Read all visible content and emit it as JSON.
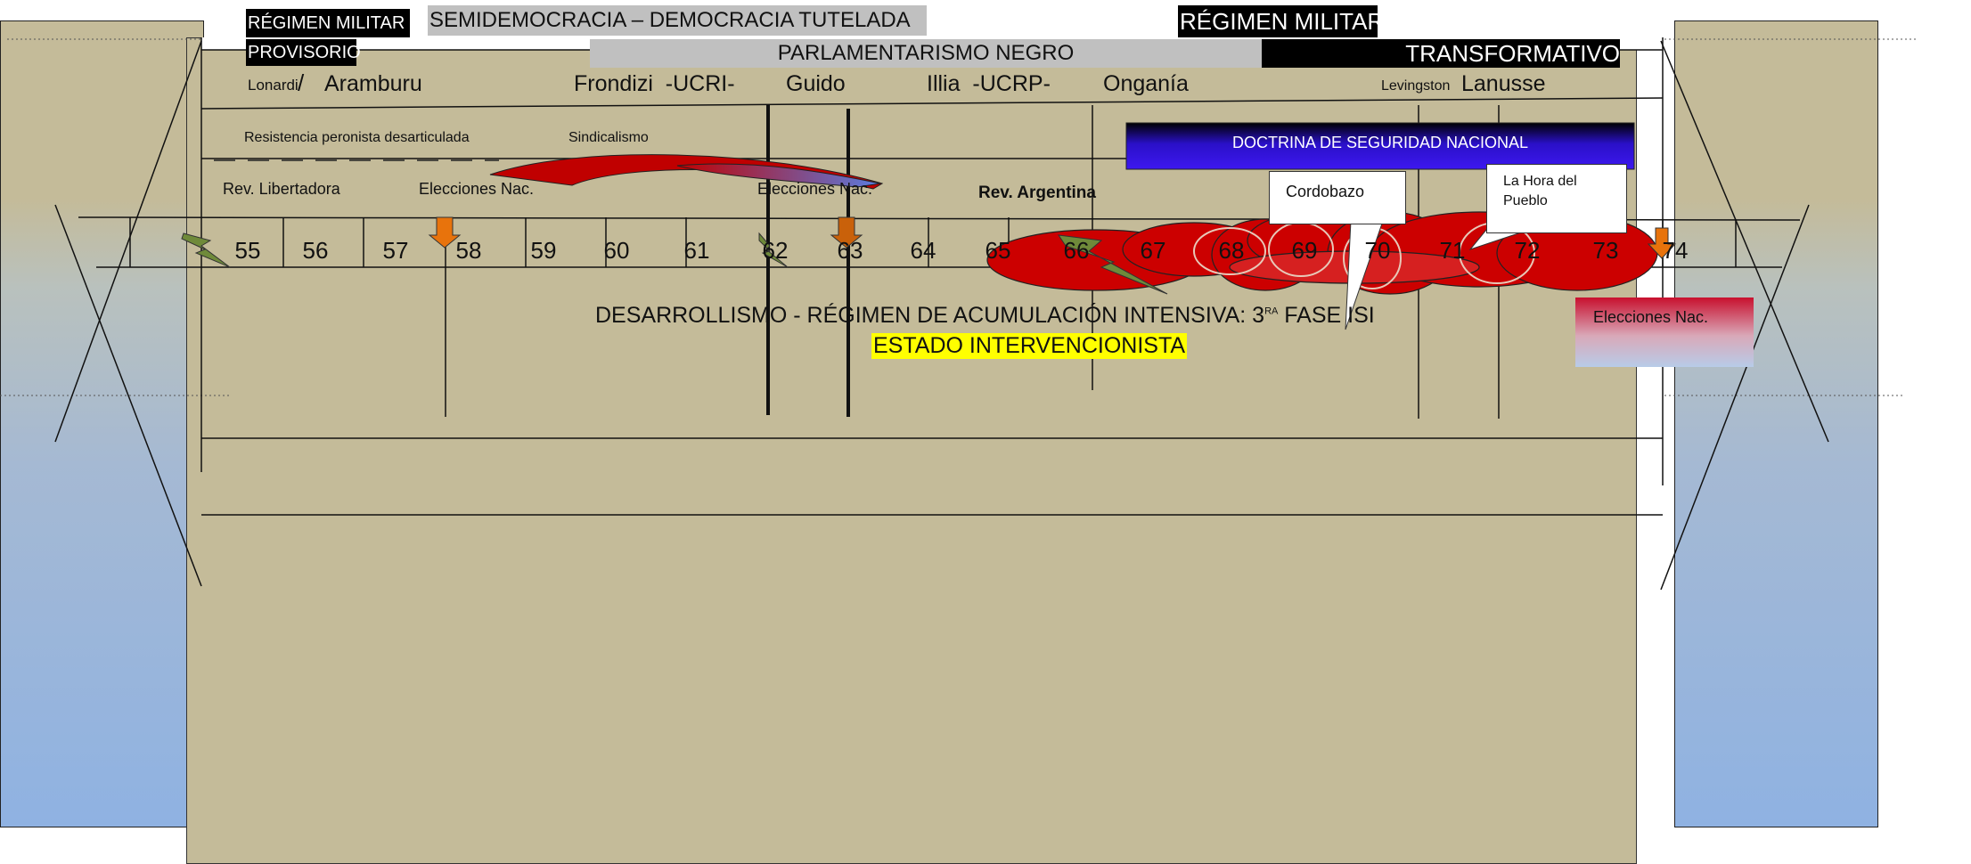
{
  "header": {
    "regimen_militar_provisorio_line1": "RÉGIMEN MILITAR",
    "regimen_militar_provisorio_line2": "PROVISORIO",
    "semidemocracia": "SEMIDEMOCRACIA – DEMOCRACIA TUTELADA",
    "parlamentarismo": "PARLAMENTARISMO NEGRO",
    "regimen_militar_transformativo_line1": "RÉGIMEN MILITAR",
    "regimen_militar_transformativo_line2": "TRANSFORMATIVO"
  },
  "presidents": {
    "lonardi": "Lonardi",
    "slash": "/",
    "aramburu": "Aramburu",
    "frondizi": "Frondizi  -UCRI-",
    "guido": "Guido",
    "illia": "Illia  -UCRP-",
    "ongania": "Onganía",
    "levingston": "Levingston",
    "lanusse": "Lanusse"
  },
  "labels": {
    "resistencia": "Resistencia peronista desarticulada",
    "sindicalismo": "Sindicalismo",
    "doctrina": "DOCTRINA DE SEGURIDAD NACIONAL",
    "rev_libertadora": "Rev. Libertadora",
    "elecciones_1": "Elecciones Nac.",
    "elecciones_2": "Elecciones Nac.",
    "rev_argentina": "Rev. Argentina",
    "cordobazo": "Cordobazo",
    "hora_del_pueblo": "La Hora del Pueblo",
    "desarrollismo": "DESARROLLISMO - RÉGIMEN DE ACUMULACIÓN INTENSIVA: 3",
    "desarrollismo_sup": "RA",
    "desarrollismo_end": " FASE ISI",
    "estado": "ESTADO INTERVENCIONISTA",
    "elecciones_3": "Elecciones Nac."
  },
  "years": [
    "55",
    "56",
    "57",
    "58",
    "59",
    "60",
    "61",
    "62",
    "63",
    "64",
    "65",
    "66",
    "67",
    "68",
    "69",
    "70",
    "71",
    "72",
    "73",
    "74"
  ],
  "colors": {
    "panel": "#c4bb99",
    "doctrina_bg": "#2a10c8",
    "conflict_red": "#cc0000",
    "estado_highlight": "#ffff00",
    "arrow_orange": "#e8730c",
    "bolt_green": "#6f8a3a"
  },
  "icons": [
    "lightning-bolt-icon",
    "down-arrow-icon"
  ]
}
